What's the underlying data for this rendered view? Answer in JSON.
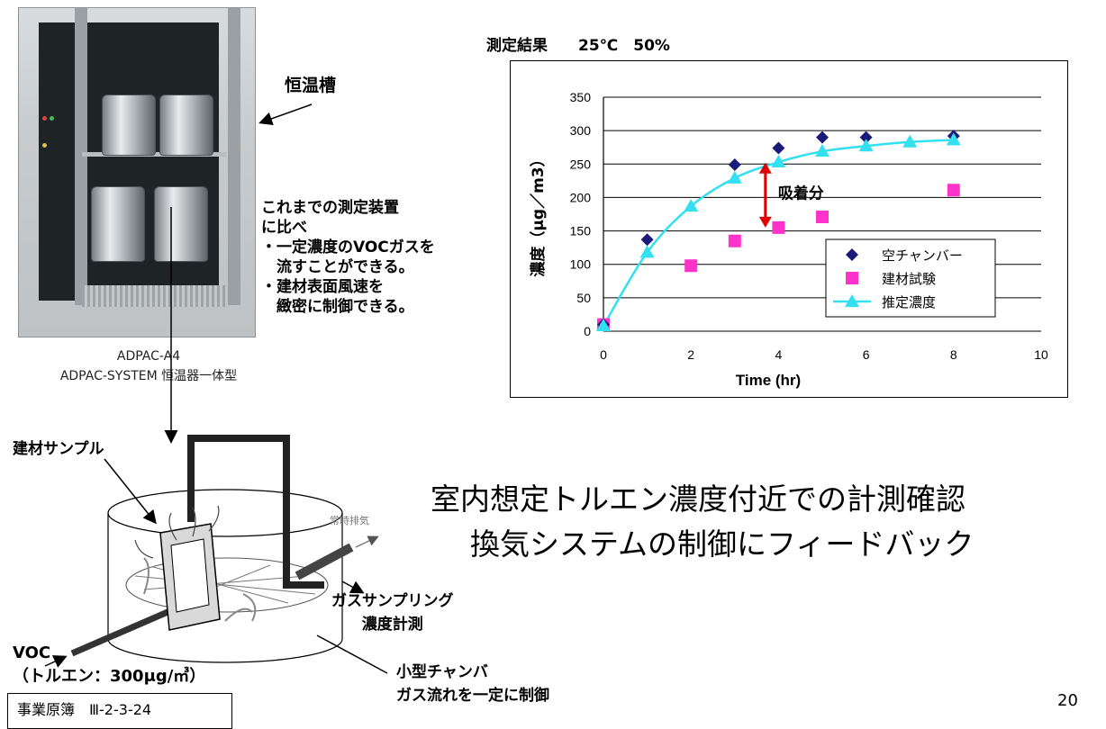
{
  "labels": {
    "incubator": "恒温槽",
    "device_caption_line1": "ADPAC-A4",
    "device_caption_line2": "ADPAC-SYSTEM 恒温器一体型",
    "comparison_lines": [
      "これまでの測定装置",
      "に比べ",
      "・一定濃度のVOCガスを",
      "　流すことができる。",
      "・建材表面風速を",
      "　緻密に制御できる。"
    ],
    "sample": "建材サンプル",
    "exhaust": "常時排気",
    "gas_sampling_line1": "ガスサンプリング",
    "gas_sampling_line2": "濃度計測",
    "voc_line1": "VOC",
    "voc_line2": "（トルエン：300μg/㎥）",
    "chamber_line1": "小型チャンバ",
    "chamber_line2": "ガス流れを一定に制御",
    "doc_box": "事業原簿　Ⅲ-2-3-24",
    "page_number": "20"
  },
  "headline": {
    "line1": "室内想定トルエン濃度付近での計測確認",
    "line2": "換気システムの制御にフィードバック"
  },
  "chart_data": {
    "type": "scatter",
    "title": "測定結果　　25℃　50%",
    "xlabel": "Time (hr)",
    "ylabel": "濃度（μg／m3）",
    "xlim": [
      0,
      10
    ],
    "ylim": [
      0,
      350
    ],
    "xticks": [
      0,
      2,
      4,
      6,
      8,
      10
    ],
    "yticks": [
      0,
      50,
      100,
      150,
      200,
      250,
      300,
      350
    ],
    "grid": "horizontal",
    "legend_position": "bottom-right",
    "series": [
      {
        "name": "空チャンバー",
        "marker": "diamond",
        "color": "#1a1a7a",
        "points": [
          [
            0,
            10
          ],
          [
            1,
            137
          ],
          [
            3,
            249
          ],
          [
            4,
            274
          ],
          [
            5,
            290
          ],
          [
            6,
            290
          ],
          [
            8,
            292
          ]
        ]
      },
      {
        "name": "建材試験",
        "marker": "square",
        "color": "#ff33cc",
        "points": [
          [
            0,
            10
          ],
          [
            2,
            98
          ],
          [
            3,
            135
          ],
          [
            4,
            155
          ],
          [
            5,
            171
          ],
          [
            8,
            211
          ]
        ]
      },
      {
        "name": "推定濃度",
        "marker": "triangle",
        "color": "#33e0f0",
        "line": true,
        "points": [
          [
            0,
            8
          ],
          [
            1,
            118
          ],
          [
            2,
            187
          ],
          [
            3,
            229
          ],
          [
            4,
            253
          ],
          [
            5,
            269
          ],
          [
            6,
            277
          ],
          [
            7,
            283
          ],
          [
            8,
            286
          ]
        ]
      }
    ],
    "annotation": {
      "text": "吸着分",
      "x": 3.7,
      "y_from": 155,
      "y_to": 252
    }
  }
}
